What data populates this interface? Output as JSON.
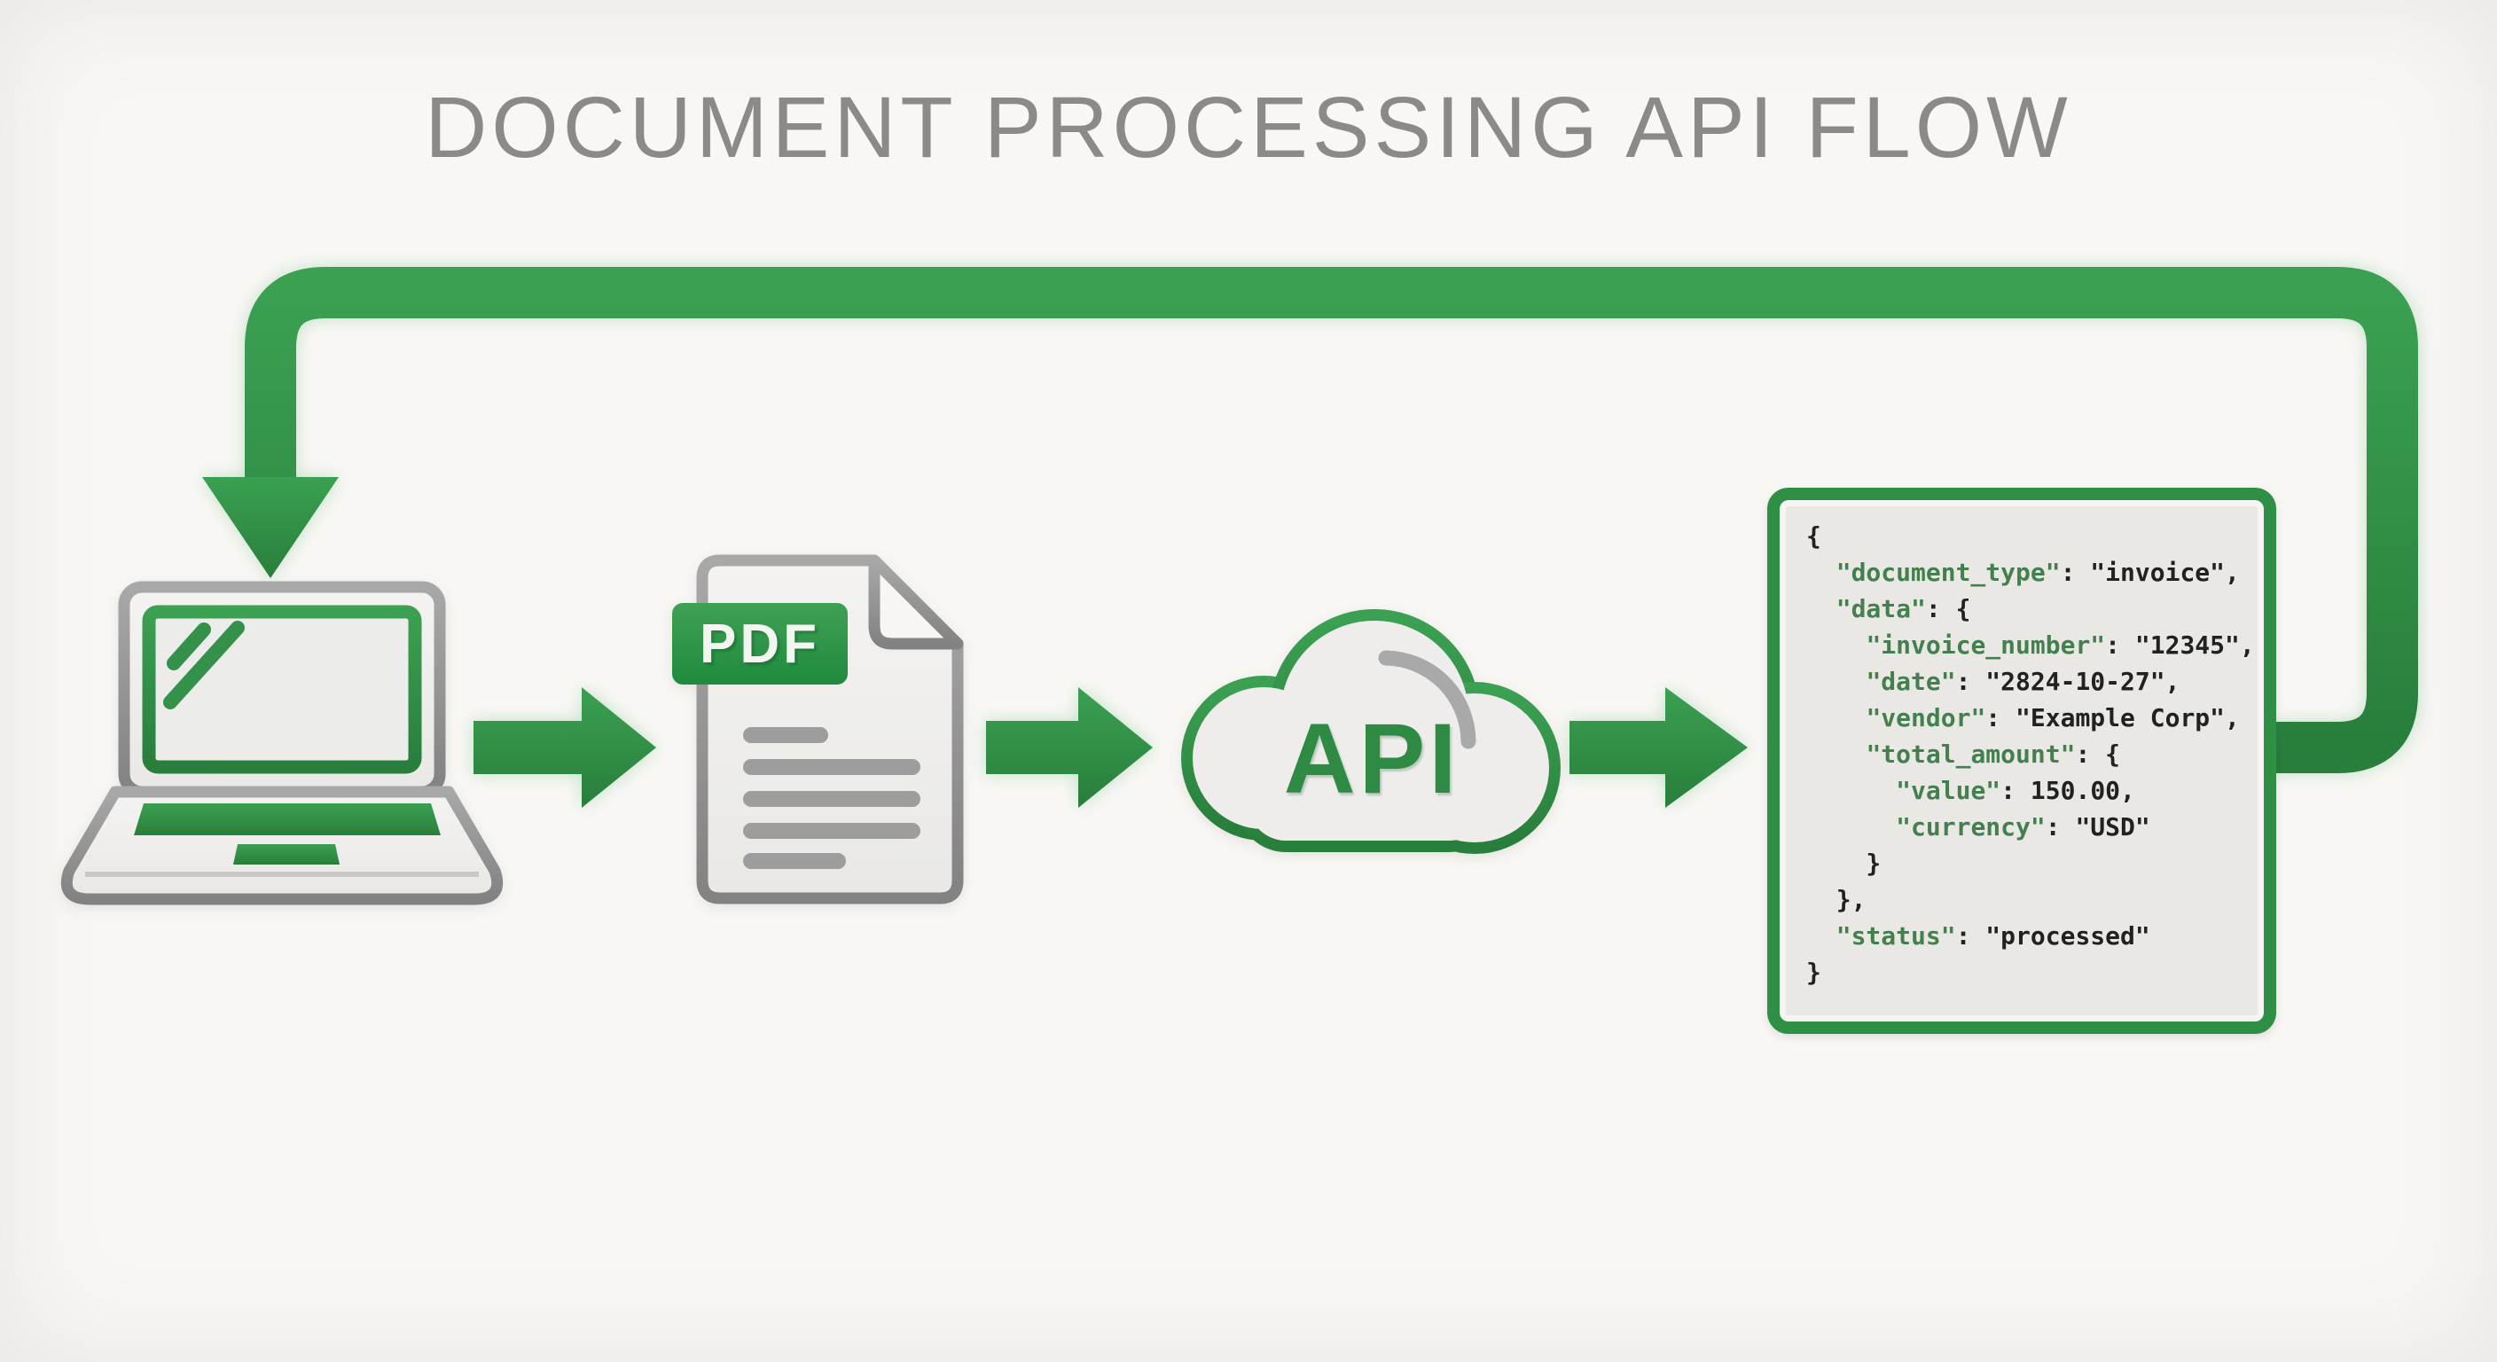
{
  "title": "DOCUMENT PROCESSING API FLOW",
  "colors": {
    "arrow_green": "#33914a",
    "badge_green": "#2a8c3f",
    "key_green": "#44804e",
    "code_text": "#212121",
    "gray_outline": "#929292",
    "title_gray": "#8c8a88",
    "background": "#f8f7f4",
    "box_fill": "#e9e8e5"
  },
  "flow": {
    "steps": [
      "laptop",
      "pdf-document",
      "api-cloud",
      "json-output"
    ],
    "forward_arrow_count": 3,
    "feedback_loop": "json-output returns to laptop"
  },
  "nodes": {
    "pdf_badge_label": "PDF",
    "api_label": "API"
  },
  "json_output": {
    "lines": [
      [
        {
          "c": "p",
          "t": "{"
        }
      ],
      [
        {
          "c": "p",
          "t": "  "
        },
        {
          "c": "k",
          "t": "\"document_type\""
        },
        {
          "c": "p",
          "t": ": \"invoice\","
        }
      ],
      [
        {
          "c": "p",
          "t": "  "
        },
        {
          "c": "k",
          "t": "\"data\""
        },
        {
          "c": "p",
          "t": ": {"
        }
      ],
      [
        {
          "c": "p",
          "t": "    "
        },
        {
          "c": "k",
          "t": "\"invoice_number\""
        },
        {
          "c": "p",
          "t": ": \"12345\","
        }
      ],
      [
        {
          "c": "p",
          "t": "    "
        },
        {
          "c": "k",
          "t": "\"date\""
        },
        {
          "c": "p",
          "t": ": \"2824-10-27\","
        }
      ],
      [
        {
          "c": "p",
          "t": "    "
        },
        {
          "c": "k",
          "t": "\"vendor\""
        },
        {
          "c": "p",
          "t": ": \"Example Corp\","
        }
      ],
      [
        {
          "c": "p",
          "t": "    "
        },
        {
          "c": "k",
          "t": "\"total_amount\""
        },
        {
          "c": "p",
          "t": ": {"
        }
      ],
      [
        {
          "c": "p",
          "t": "      "
        },
        {
          "c": "k",
          "t": "\"value\""
        },
        {
          "c": "p",
          "t": ": 150.00,"
        }
      ],
      [
        {
          "c": "p",
          "t": "      "
        },
        {
          "c": "k",
          "t": "\"currency\""
        },
        {
          "c": "p",
          "t": ": \"USD\""
        }
      ],
      [
        {
          "c": "p",
          "t": "    }"
        }
      ],
      [
        {
          "c": "p",
          "t": "  },"
        }
      ],
      [
        {
          "c": "p",
          "t": "  "
        },
        {
          "c": "k",
          "t": "\"status\""
        },
        {
          "c": "p",
          "t": ": \"processed\""
        }
      ],
      [
        {
          "c": "p",
          "t": "}"
        }
      ]
    ]
  }
}
